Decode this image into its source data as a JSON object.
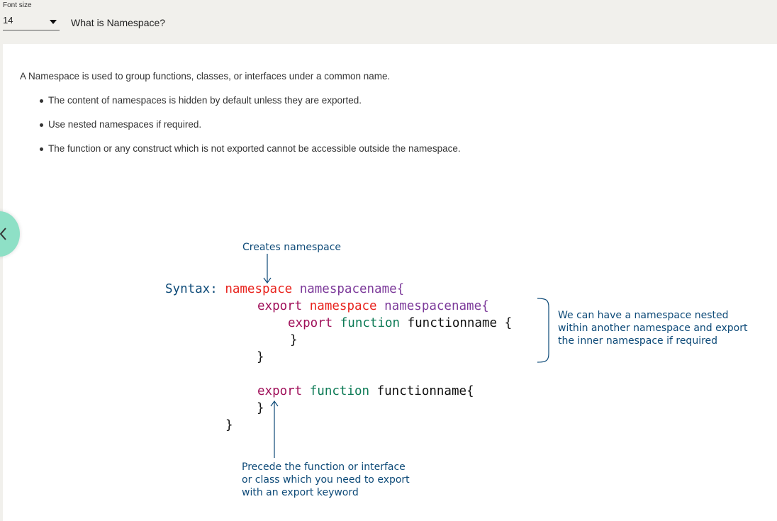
{
  "header": {
    "font_size_label": "Font size",
    "font_size_value": "14",
    "title": "What is Namespace?"
  },
  "content": {
    "intro": "A Namespace is used to group functions, classes, or interfaces under a common name.",
    "bullets": [
      "The content of namespaces is hidden by default unless they are exported.",
      "Use nested namespaces if required.",
      "The function or any construct which is not exported cannot be accessible outside the namespace."
    ]
  },
  "diagram": {
    "annotation_top": "Creates namespace",
    "syntax_label": "Syntax:",
    "kw_namespace": "namespace",
    "kw_export": "export",
    "kw_function": "function",
    "name_namespace": "namespacename{",
    "name_function": "functionname {",
    "name_function2": "functionname{",
    "close_brace": "}",
    "annotation_right": [
      "We can have a namespace nested",
      "within another namespace and export",
      "the inner namespace if required"
    ],
    "annotation_bottom": [
      "Precede the function or interface",
      "or class which you need to export",
      "with an export keyword"
    ]
  },
  "colors": {
    "keyword_namespace": "#e8231d",
    "keyword_export": "#a0105a",
    "keyword_function": "#0c7a55",
    "identifier": "#7c3a9a",
    "annotation": "#0d4a78",
    "back_button": "#8ee0c6"
  },
  "icons": {
    "back": "chevron-left-icon",
    "dropdown": "caret-down-icon"
  }
}
